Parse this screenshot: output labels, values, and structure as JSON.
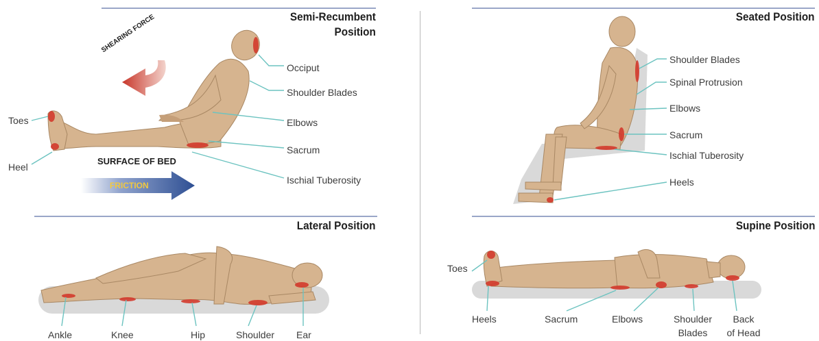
{
  "panels": {
    "semi_recumbent": {
      "title_line1": "Semi-Recumbent",
      "title_line2": "Position",
      "labels": {
        "occiput": "Occiput",
        "shoulder_blades": "Shoulder Blades",
        "elbows": "Elbows",
        "sacrum": "Sacrum",
        "ischial": "Ischial Tuberosity",
        "toes": "Toes",
        "heel": "Heel"
      },
      "forces": {
        "shearing": "SHEARING FORCE",
        "surface": "SURFACE OF BED",
        "friction": "FRICTION"
      }
    },
    "seated": {
      "title": "Seated Position",
      "labels": {
        "shoulder_blades": "Shoulder Blades",
        "spinal": "Spinal Protrusion",
        "elbows": "Elbows",
        "sacrum": "Sacrum",
        "ischial": "Ischial Tuberosity",
        "heels": "Heels"
      }
    },
    "lateral": {
      "title": "Lateral Position",
      "labels": {
        "ankle": "Ankle",
        "knee": "Knee",
        "hip": "Hip",
        "shoulder": "Shoulder",
        "ear": "Ear"
      }
    },
    "supine": {
      "title": "Supine Position",
      "labels": {
        "toes": "Toes",
        "heels": "Heels",
        "sacrum": "Sacrum",
        "elbows": "Elbows",
        "shoulder_blades": "Shoulder\nBlades",
        "shoulder_blades_1": "Shoulder",
        "shoulder_blades_2": "Blades",
        "back_head_1": "Back",
        "back_head_2": "of Head"
      }
    }
  },
  "colors": {
    "rule": "#9aa6c8",
    "callout": "#6cc3c0",
    "pressure": "#d33a2c",
    "skin": "#d6b48f",
    "shear_arrow": "#c8372b",
    "friction_arrow": "#2e4f93"
  }
}
